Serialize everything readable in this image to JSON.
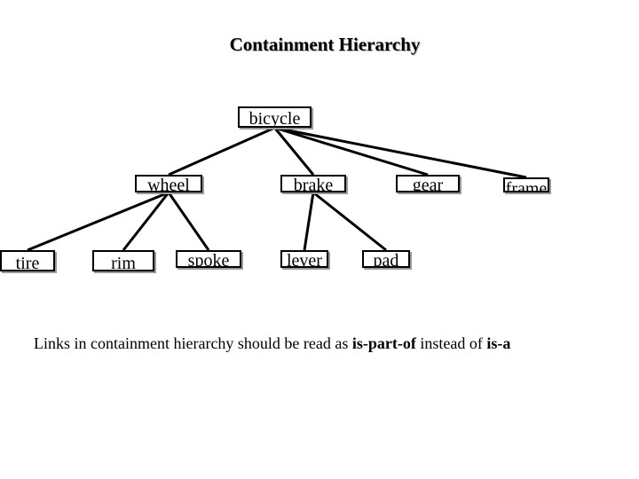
{
  "title": "Containment Hierarchy",
  "nodes": {
    "bicycle": "bicycle",
    "wheel": "wheel",
    "brake": "brake",
    "gear": "gear",
    "frame": "frame",
    "tire": "tire",
    "rim": "rim",
    "spoke": "spoke",
    "lever": "lever",
    "pad": "pad"
  },
  "edges": [
    [
      "bicycle",
      "wheel"
    ],
    [
      "bicycle",
      "brake"
    ],
    [
      "bicycle",
      "gear"
    ],
    [
      "bicycle",
      "frame"
    ],
    [
      "wheel",
      "tire"
    ],
    [
      "wheel",
      "rim"
    ],
    [
      "wheel",
      "spoke"
    ],
    [
      "brake",
      "lever"
    ],
    [
      "brake",
      "pad"
    ]
  ],
  "caption": {
    "part1": "Links in containment hierarchy should be read as ",
    "bold1": "is-part-of",
    "part2": " instead of ",
    "bold2": "is-a"
  }
}
